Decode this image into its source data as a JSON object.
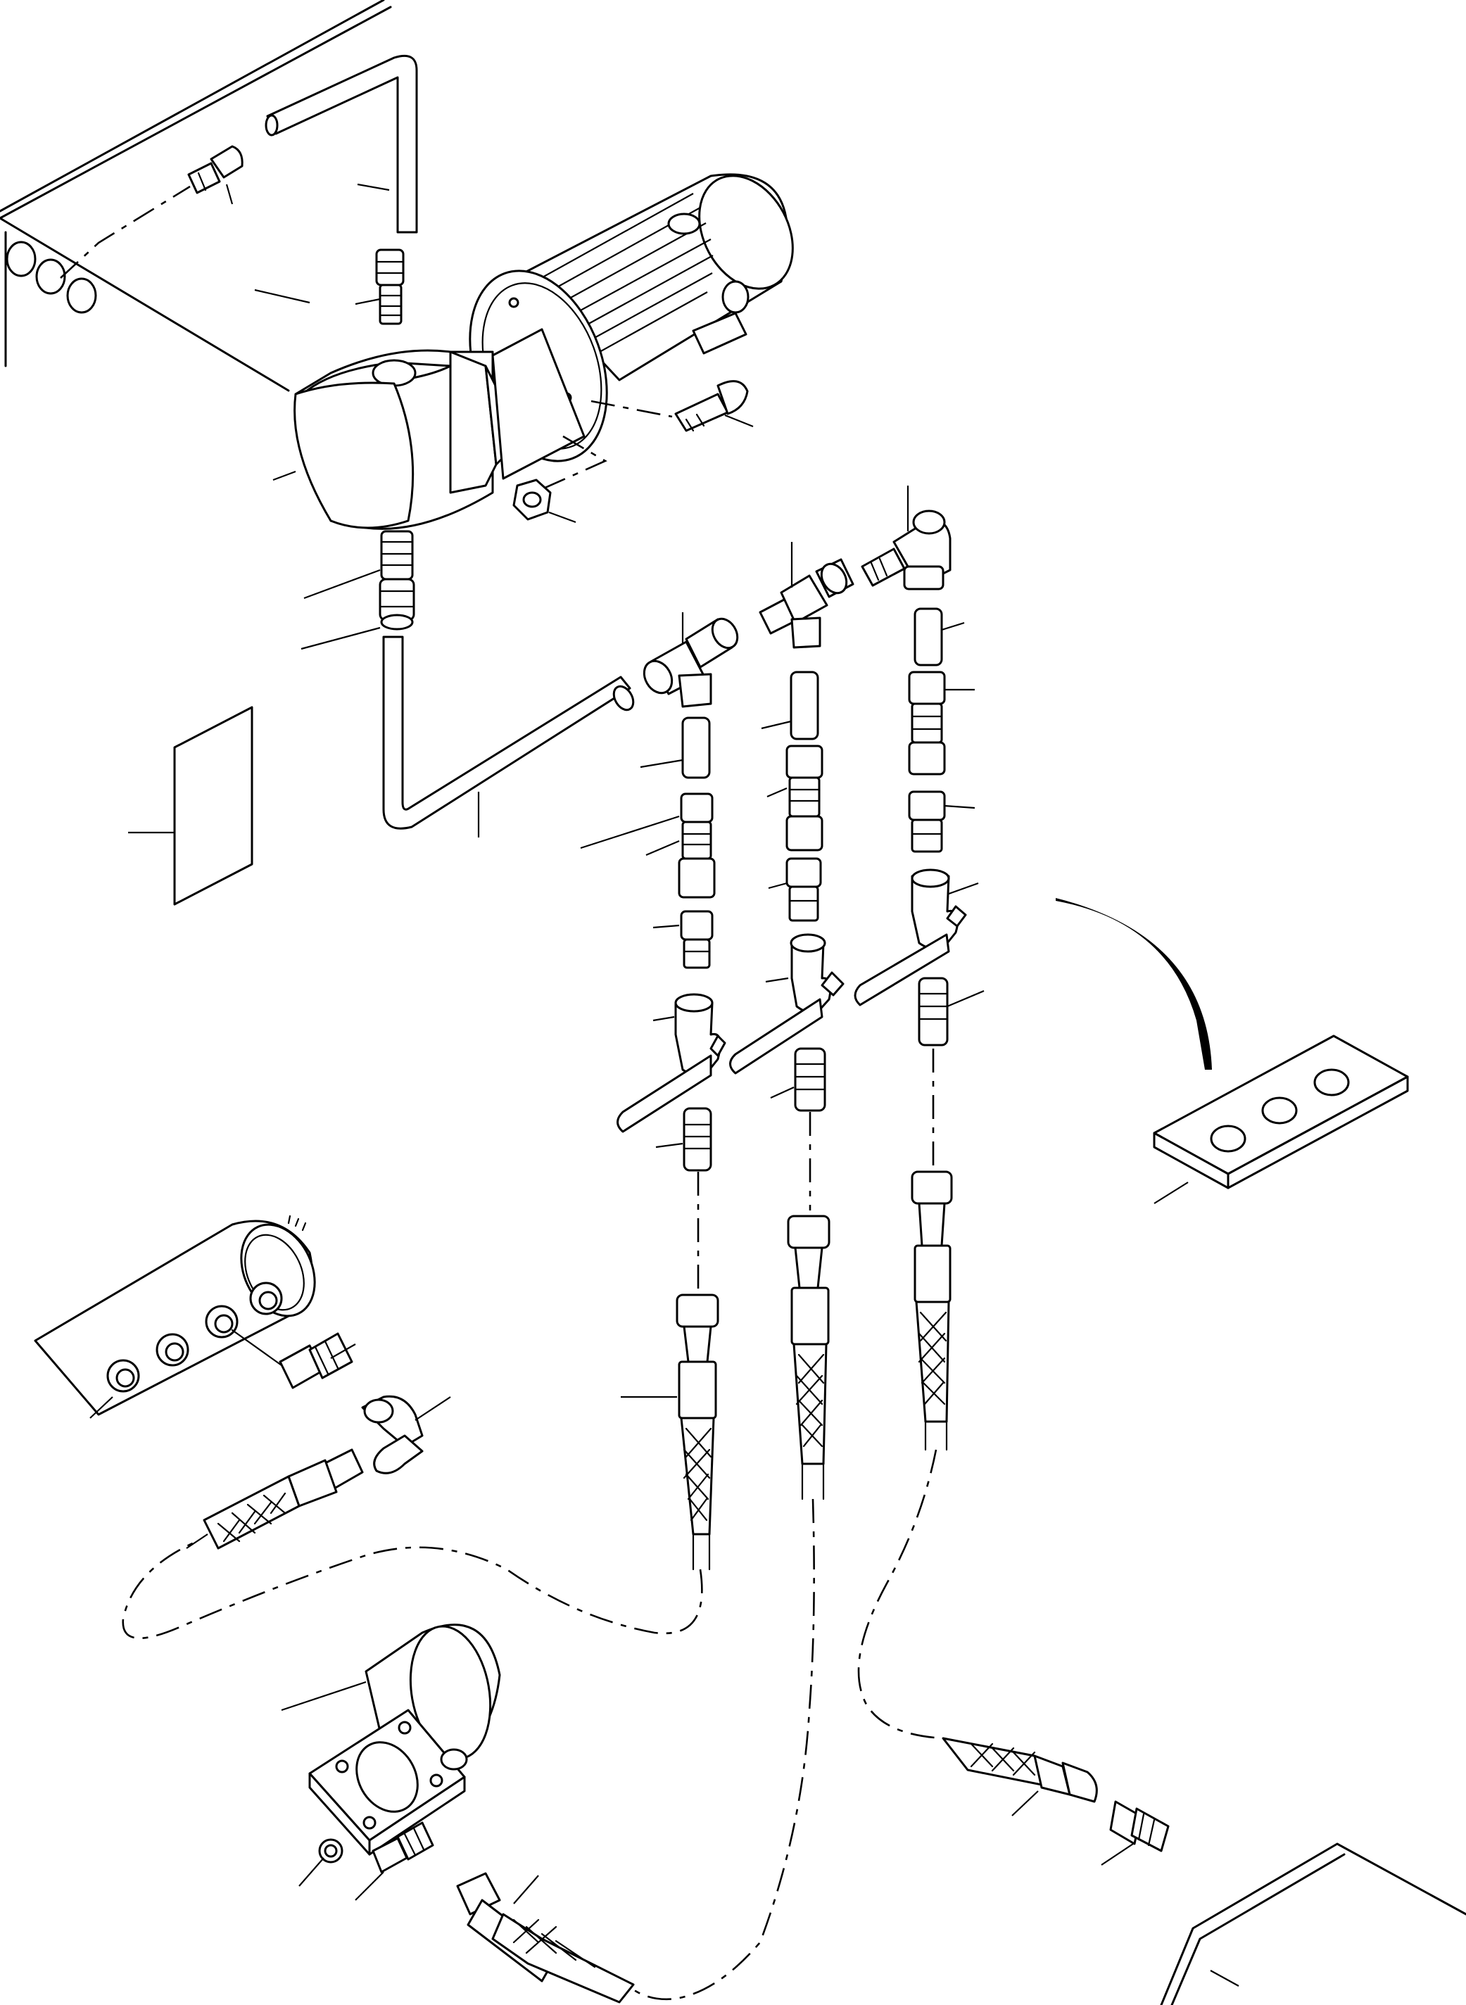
{
  "drawing": {
    "kind": "exploded parts illustration",
    "labels": [],
    "style": {
      "line_color": "#000000",
      "background": "#ffffff"
    }
  },
  "components": [
    {
      "id": "tank-panel"
    },
    {
      "id": "electric-motor"
    },
    {
      "id": "pump-head"
    },
    {
      "id": "pump-mounting-bolt"
    },
    {
      "id": "pump-mounting-nut"
    },
    {
      "id": "suction-tube"
    },
    {
      "id": "pressure-tube"
    },
    {
      "id": "tee-fitting-left"
    },
    {
      "id": "tee-fitting-middle"
    },
    {
      "id": "elbow-fitting-right"
    },
    {
      "id": "ball-valve-left"
    },
    {
      "id": "ball-valve-middle"
    },
    {
      "id": "ball-valve-right"
    },
    {
      "id": "hose-left"
    },
    {
      "id": "hose-middle"
    },
    {
      "id": "hose-right"
    },
    {
      "id": "manifold-cylinder"
    },
    {
      "id": "cylinder-flange-assembly"
    },
    {
      "id": "valve-block"
    },
    {
      "id": "identification-plate"
    },
    {
      "id": "decal-plate"
    }
  ]
}
